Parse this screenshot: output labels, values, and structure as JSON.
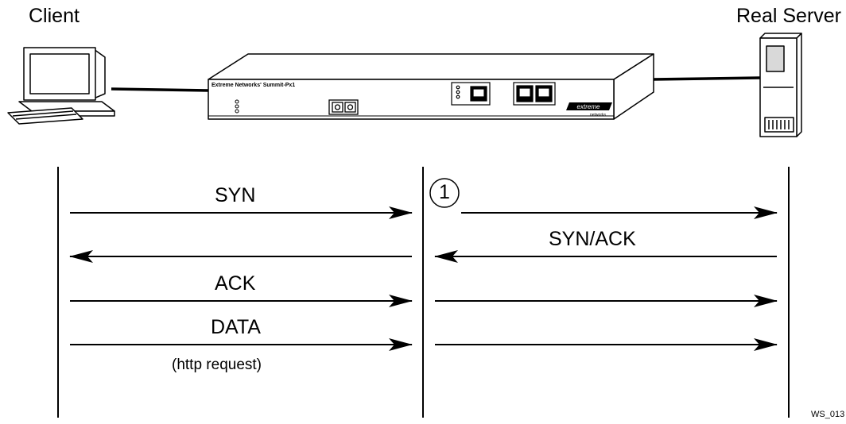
{
  "endpoints": {
    "client_label": "Client",
    "server_label": "Real Server"
  },
  "device": {
    "model_label": "Extreme Networks' Summit-Px1",
    "brand_text": "extreme",
    "brand_sub": "networks"
  },
  "messages": {
    "syn": "SYN",
    "step_marker": "1",
    "syn_ack": "SYN/ACK",
    "ack": "ACK",
    "data": "DATA",
    "data_note": "(http request)"
  },
  "figure_id": "WS_013"
}
